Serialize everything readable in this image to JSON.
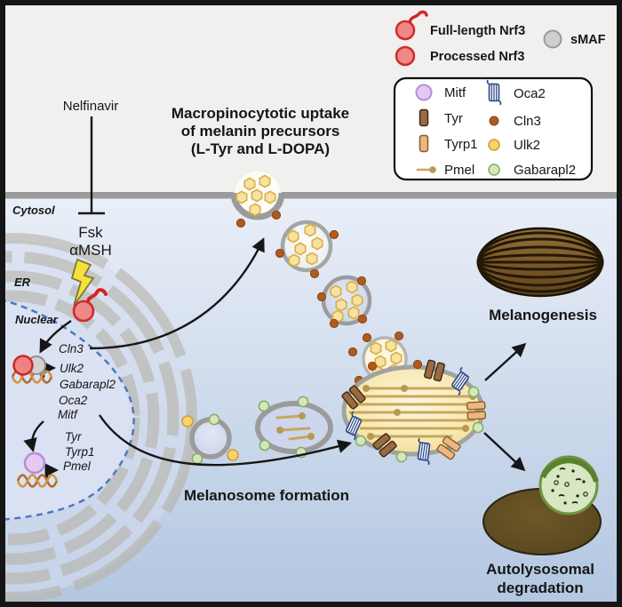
{
  "figure": {
    "heading": {
      "line1": "Macropinocytotic uptake",
      "line2": "of melanin precursors",
      "line3": "(L-Tyr and L-DOPA)"
    },
    "drug": {
      "name": "Nelfinavir"
    },
    "stimuli": {
      "fsk": "Fsk",
      "amsh": "αMSH"
    },
    "compartments": {
      "cytosol": "Cytosol",
      "er": "ER",
      "nuclear": "Nuclear"
    },
    "legend_top": {
      "full_length": "Full-length Nrf3",
      "processed": "Processed Nrf3",
      "smaf": "sMAF"
    },
    "legend_box": {
      "col1": [
        "Mitf",
        "Tyr",
        "Tyrp1",
        "Pmel"
      ],
      "col2": [
        "Oca2",
        "Cln3",
        "Ulk2",
        "Gabarapl2"
      ]
    },
    "genes_nrf3": [
      "Cln3",
      "Ulk2",
      "Gabarapl2",
      "Oca2",
      "Mitf"
    ],
    "genes_mitf": [
      "Tyr",
      "Tyrp1",
      "Pmel"
    ],
    "process_labels": {
      "melanosome_formation": "Melanosome formation",
      "melanogenesis": "Melanogenesis",
      "autolysosomal_line1": "Autolysosomal",
      "autolysosomal_line2": "degradation"
    },
    "colors": {
      "nrf3_red_fill": "#f08888",
      "nrf3_red_stroke": "#cf2b2b",
      "smaf_gray": "#cfcfcf",
      "mitf_fill": "#e4c9f2",
      "mitf_stroke": "#b48fd8",
      "tyr_fill": "#9a6a42",
      "tyrp1_fill": "#eab983",
      "pmel_line": "#c9a75f",
      "oca2_blue": "#2c4787",
      "cln3_brown": "#b05a1e",
      "ulk2_yellow": "#f6d469",
      "gabarapl2_green": "#d5e6bf",
      "membrane_gray": "#9b9b9b",
      "nucleus_dash_blue": "#4b79bd",
      "melanosome_yellow": "#f3dd90",
      "melanin_brown": "#7c5a28",
      "lysosome_green": "#6f9440"
    }
  }
}
